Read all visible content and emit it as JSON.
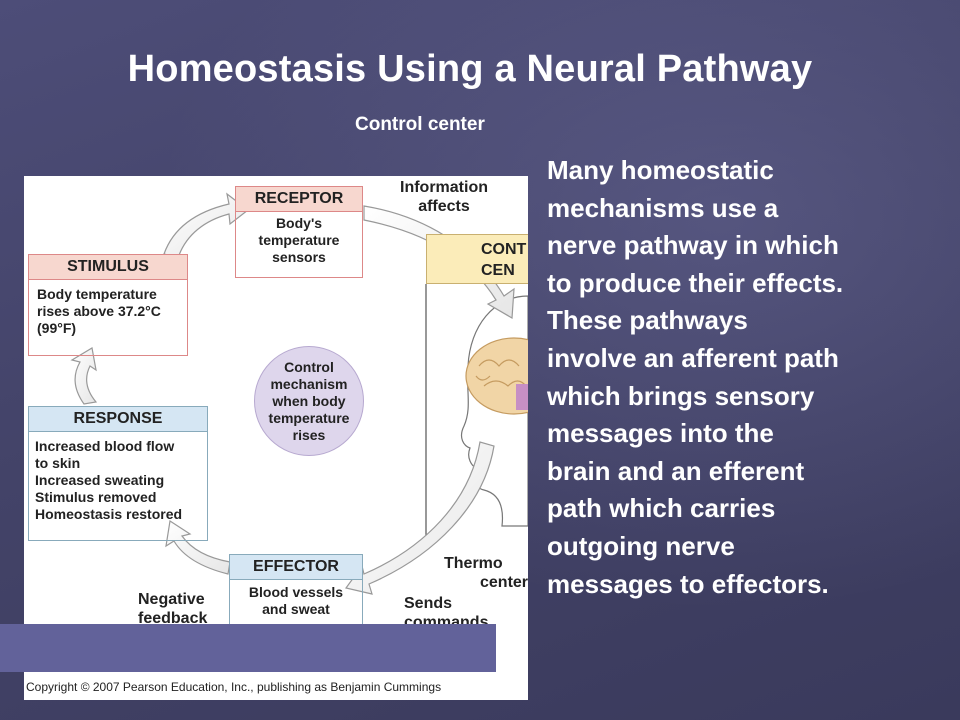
{
  "slide": {
    "title": "Homeostasis Using a Neural Pathway",
    "subtitle": "Control center",
    "body_lines": [
      "Many homeostatic",
      "mechanisms use a",
      "nerve pathway in which",
      "to produce their effects.",
      "These pathways",
      "involve an afferent path",
      "which brings sensory",
      "messages into the",
      "brain and an efferent",
      "path which carries",
      "outgoing nerve",
      "messages to effectors."
    ]
  },
  "diagram": {
    "receptor": {
      "header": "RECEPTOR",
      "lines": [
        "Body's",
        "temperature",
        "sensors"
      ]
    },
    "information": [
      "Information",
      "affects"
    ],
    "control_center": [
      "CONT",
      "CEN"
    ],
    "stimulus": {
      "header": "STIMULUS",
      "lines": [
        "Body temperature",
        "rises above 37.2°C",
        "(99°F)"
      ]
    },
    "mechanism": [
      "Control",
      "mechanism",
      "when body",
      "temperature",
      "rises"
    ],
    "response": {
      "header": "RESPONSE",
      "lines": [
        "Increased blood flow",
        "to skin",
        "Increased sweating",
        "Stimulus removed",
        "Homeostasis restored"
      ]
    },
    "effector": {
      "header": "EFFECTOR",
      "lines": [
        "Blood vessels",
        "and sweat"
      ]
    },
    "negative_feedback": [
      "Negative",
      "feedback"
    ],
    "sends": [
      "Sends",
      "commands"
    ],
    "thermo": [
      "Thermo",
      "center"
    ],
    "copyright": "Copyright © 2007 Pearson Education, Inc., publishing as Benjamin Cummings"
  },
  "colors": {
    "background": "#45456b",
    "warm_box": "#f7d7cf",
    "cool_box": "#d5e6f3",
    "control_box": "#fbecb9",
    "circle": "#ded6ec",
    "bar": "#62629a"
  }
}
